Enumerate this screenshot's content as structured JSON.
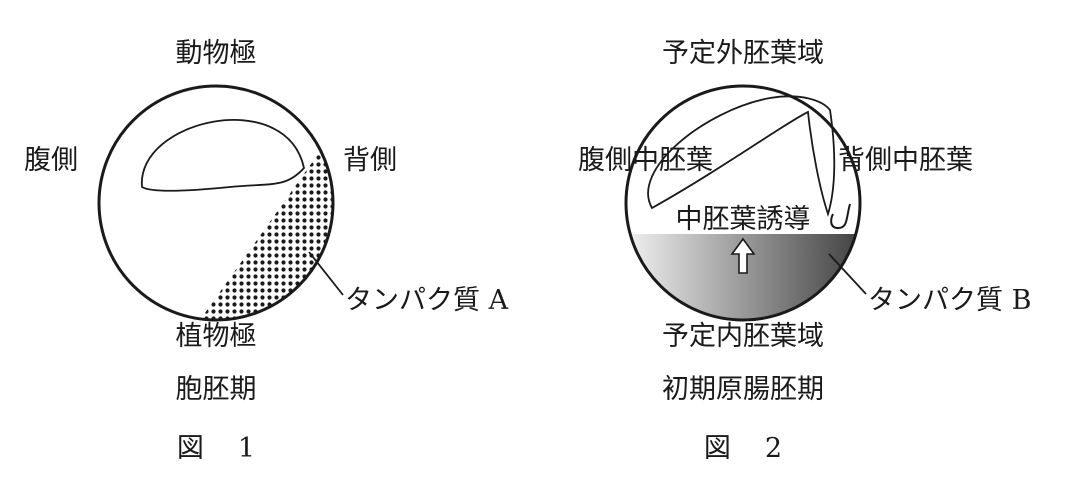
{
  "figure1": {
    "top": "動物極",
    "left": "腹側",
    "right": "背側",
    "bottom": "植物極",
    "protein": "タンパク質 A",
    "stage": "胞胚期",
    "caption_prefix": "図",
    "caption_number": "1"
  },
  "figure2": {
    "top": "予定外胚葉域",
    "left": "腹側中胚葉",
    "right": "背側中胚葉",
    "induction": "中胚葉誘導",
    "bottom": "予定内胚葉域",
    "protein": "タンパク質 B",
    "stage": "初期原腸胚期",
    "caption_prefix": "図",
    "caption_number": "2"
  },
  "colors": {
    "ink": "#1a1a1a",
    "gradient_light": "#f6f6f6",
    "gradient_dark": "#3a3a3a"
  }
}
